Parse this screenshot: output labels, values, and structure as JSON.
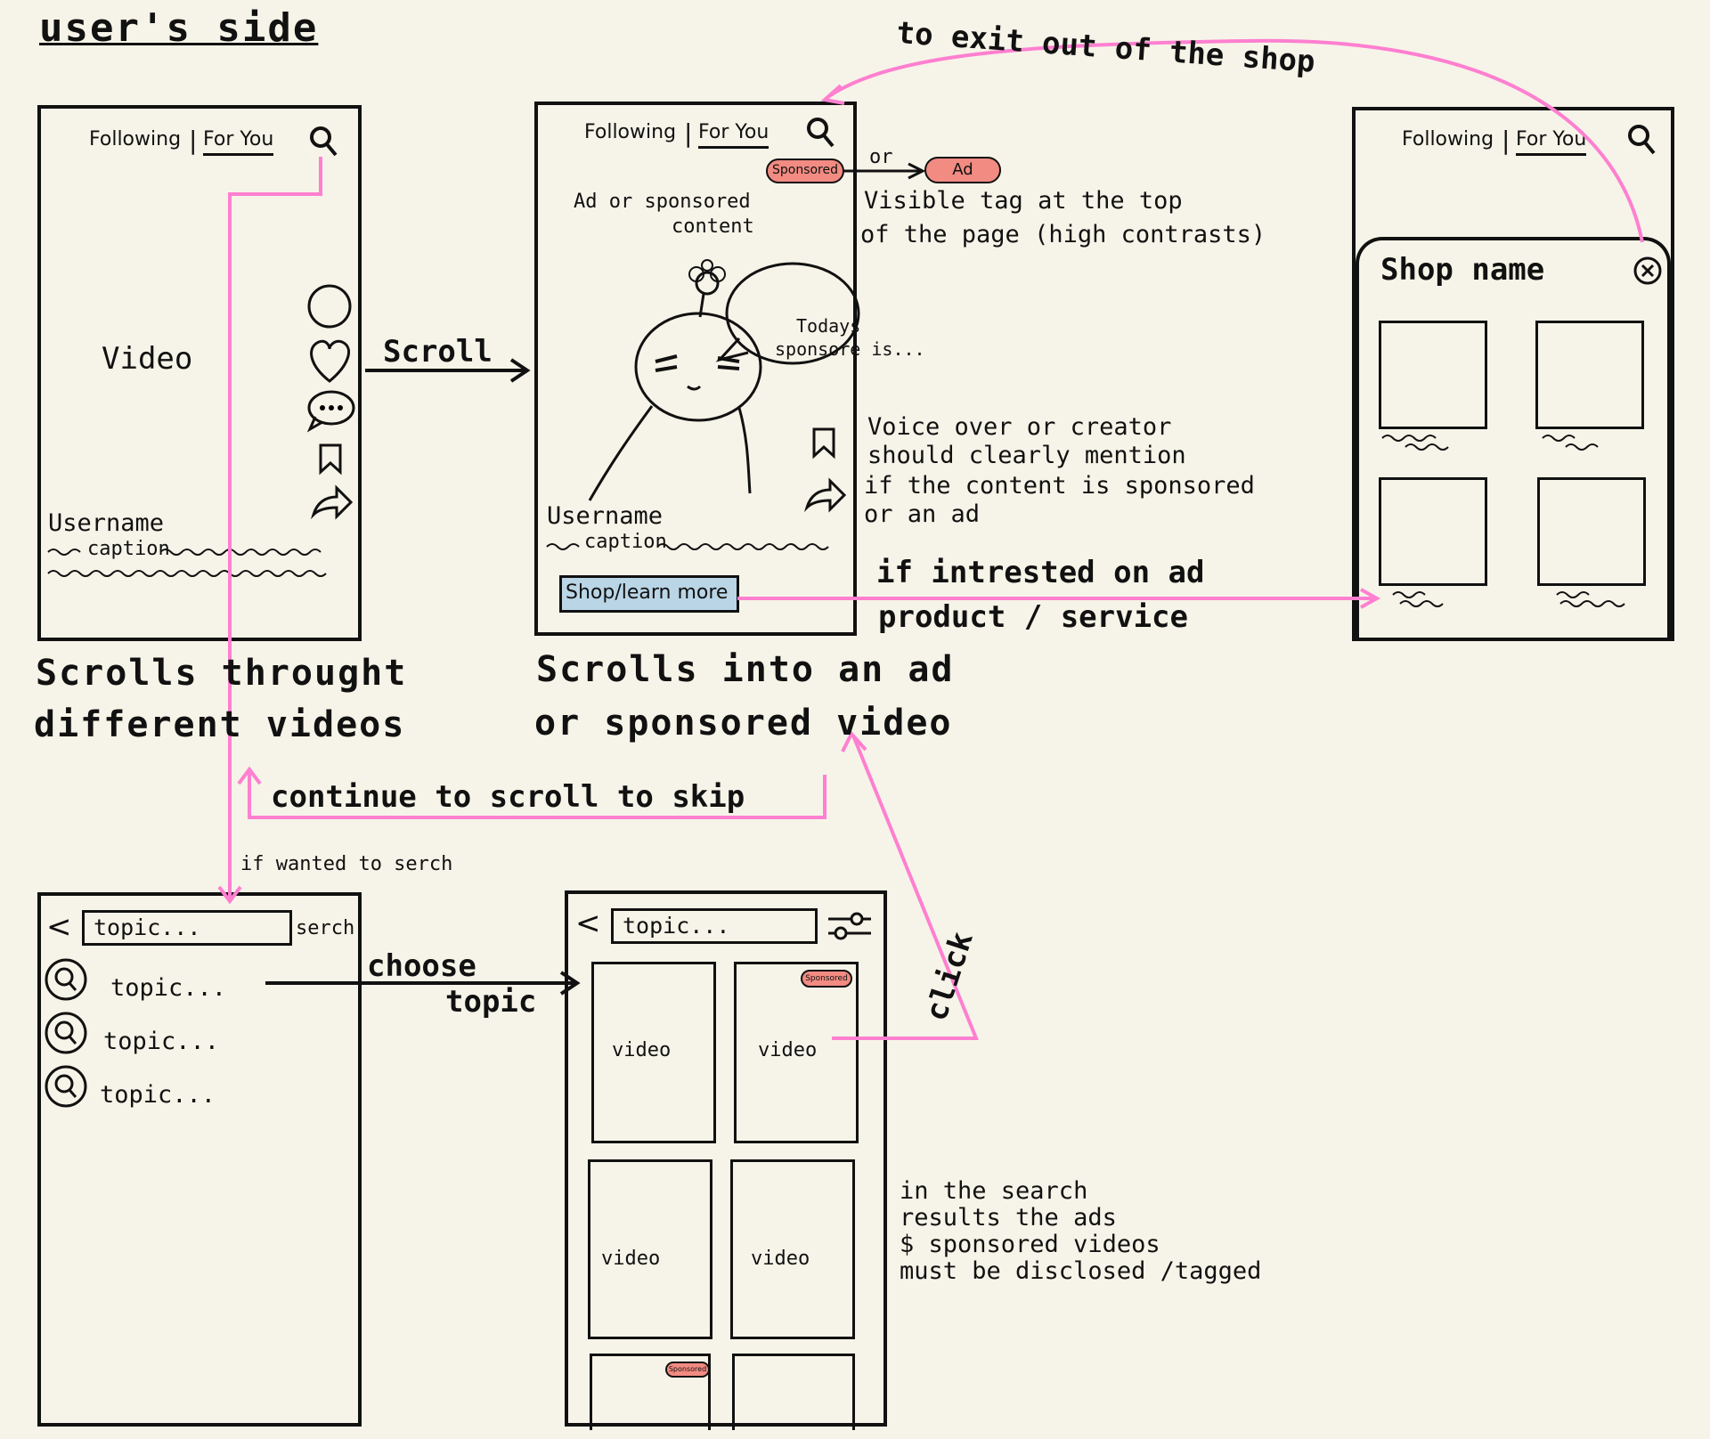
{
  "title": "user's side",
  "colors": {
    "background": "#f6f4e8",
    "flow_arrow": "#ff7fd0",
    "tag": "#f28b82",
    "button": "#b9d5e6",
    "ink": "#111111"
  },
  "feed_screen": {
    "tab_following": "Following",
    "tab_for_you": "For You",
    "video_label": "Video",
    "username": "Username",
    "caption": "caption",
    "icons": [
      "search-icon",
      "circle-avatar-icon",
      "heart-icon",
      "comment-icon",
      "bookmark-icon",
      "share-icon"
    ]
  },
  "ad_screen": {
    "tab_following": "Following",
    "tab_for_you": "For You",
    "sponsored_tag": "Sponsored",
    "ad_content_label_1": "Ad or sponsored",
    "ad_content_label_2": "content",
    "speech_line_1": "Todays",
    "speech_line_2": "sponsore is...",
    "username": "Username",
    "caption": "caption",
    "shop_button": "Shop/learn more"
  },
  "shop_screen": {
    "tab_following": "Following",
    "tab_for_you": "For You",
    "shop_name": "Shop name"
  },
  "search_screen": {
    "field_placeholder": "topic...",
    "search_button": "serch",
    "suggestions": [
      "topic...",
      "topic...",
      "topic..."
    ]
  },
  "results_screen": {
    "field_placeholder": "topic...",
    "tiles": [
      "video",
      "video",
      "video",
      "video"
    ],
    "sponsored_tag": "Sponsored"
  },
  "annotations": {
    "or": "or",
    "ad_tag": "Ad",
    "visible_tag_1": "Visible tag at the top",
    "visible_tag_2": "of the page (high contrasts)",
    "voice_over_1": "Voice over or creator",
    "voice_over_2": "should clearly mention",
    "voice_over_3": "if the content is sponsored",
    "voice_over_4": "or an ad",
    "scroll": "Scroll",
    "exit_shop": "to exit out of the shop",
    "interested_1": "if intrested on ad",
    "interested_2": "product / service",
    "scrolls_through_1": "Scrolls throught",
    "scrolls_through_2": "different videos",
    "scrolls_into_1": "Scrolls into an ad",
    "scrolls_into_2": "or sponsored video",
    "continue_scroll": "continue to scroll to skip",
    "wanted_search": "if wanted to serch",
    "choose_1": "choose",
    "choose_2": "topic",
    "click": "click",
    "results_note_1": "in the search",
    "results_note_2": "results the ads",
    "results_note_3": "$ sponsored videos",
    "results_note_4": "must be disclosed /tagged"
  }
}
